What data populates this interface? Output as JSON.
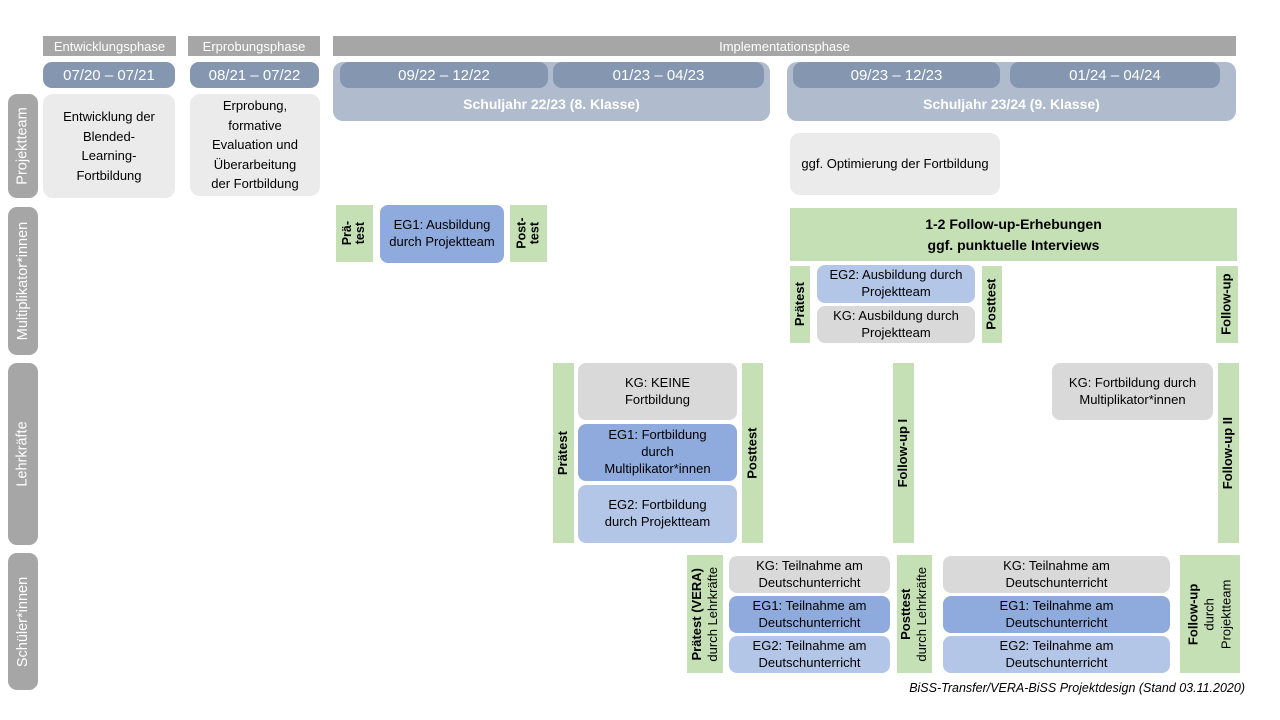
{
  "phases": {
    "development": "Entwicklungsphase",
    "piloting": "Erprobungsphase",
    "implementation": "Implementationsphase"
  },
  "dates": {
    "development": "07/20 – 07/21",
    "piloting": "08/21 – 07/22",
    "impl_1": "09/22 – 12/22",
    "impl_2": "01/23 – 04/23",
    "impl_3": "09/23 – 12/23",
    "impl_4": "01/24 – 04/24"
  },
  "school_years": {
    "year1": "Schuljahr 22/23 (8. Klasse)",
    "year2": "Schuljahr 23/24 (9. Klasse)"
  },
  "row_labels": {
    "projektteam": "Projektteam",
    "multiplikatoren": "Multiplikator*innen",
    "lehrkraefte": "Lehrkräfte",
    "schueler": "Schüler*innen"
  },
  "projektteam": {
    "development": "Entwicklung der Blended-Learning-Fortbildung",
    "piloting": "Erprobung, formative Evaluation und Überarbeitung der Fortbildung",
    "optimization": "ggf. Optimierung der Fortbildung"
  },
  "multiplikatoren": {
    "pretest_line1": "Prä-",
    "pretest_line2": "test",
    "eg1": "EG1: Ausbildung durch Projektteam",
    "posttest_line1": "Post-",
    "posttest_line2": "test",
    "banner_line1": "1-2 Follow-up-Erhebungen",
    "banner_line2": "ggf. punktuelle Interviews",
    "pretest": "Prätest",
    "eg2": "EG2: Ausbildung durch Projektteam",
    "kg": "KG: Ausbildung durch Projektteam",
    "posttest": "Posttest",
    "followup": "Follow-up"
  },
  "lehrkraefte": {
    "pretest": "Prätest",
    "kg": "KG: KEINE Fortbildung",
    "eg1": "EG1: Fortbildung durch Multiplikator*innen",
    "eg2": "EG2: Fortbildung durch Projektteam",
    "posttest": "Posttest",
    "followup1": "Follow-up I",
    "kg_mult": "KG: Fortbildung durch Multiplikator*innen",
    "followup2": "Follow-up II"
  },
  "schueler": {
    "pretest_main": "Prätest (VERA)",
    "pretest_sub": "durch Lehrkräfte",
    "kg": "KG: Teilnahme am Deutschunterricht",
    "eg1": "EG1: Teilnahme am Deutschunterricht",
    "eg2": "EG2: Teilnahme am Deutschunterricht",
    "posttest_main": "Posttest",
    "posttest_sub": "durch Lehrkräfte",
    "followup_main": "Follow-up",
    "followup_sub1": "durch",
    "followup_sub2": "Projektteam"
  },
  "footer": "BiSS-Transfer/VERA-BiSS Projektdesign (Stand 03.11.2020)",
  "colors": {
    "header_gray": "#a6a6a6",
    "slate_blue": "#8496b0",
    "slate_light": "#b0bccd",
    "green": "#c5e0b4",
    "blue_medium": "#8faadc",
    "blue_light": "#b4c6e7",
    "gray_box": "#d9d9d9",
    "gray_light": "#ebebeb"
  }
}
